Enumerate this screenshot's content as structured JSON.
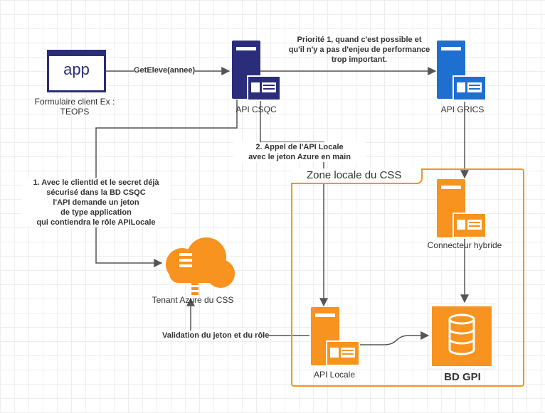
{
  "nodes": {
    "app_icon_text": "app",
    "formulaire_label": [
      "Formulaire client Ex :",
      "TEOPS"
    ],
    "api_csqc_label": "API CSQC",
    "api_grics_label": "API GRICS",
    "zone_title": "Zone locale du CSS",
    "connecteur_label": "Connecteur hybride",
    "tenant_label": "Tenant Azure du CSS",
    "api_locale_label": "API Locale",
    "bd_gpi_label": "BD GPI"
  },
  "edges": {
    "get_eleve": "GetEleve(annee)",
    "priorite": [
      "Priorité 1, quand c'est possible et",
      "qu'il n'y a pas d'enjeu de performance",
      "trop important."
    ],
    "appel_locale": [
      "2. Appel de l'API Locale",
      "avec le jeton Azure en main"
    ],
    "client_id": [
      "1. Avec le clientId et le secret déjà",
      "sécurisé dans la BD CSQC",
      "l'API demande un jeton",
      "de type application",
      "qui contiendra le rôle APILocale"
    ],
    "validation": "Validation du jeton et du rôle"
  },
  "colors": {
    "navy": "#2b2d7a",
    "blue": "#1f6fd1",
    "orange": "#f7931e",
    "line": "#555555"
  }
}
